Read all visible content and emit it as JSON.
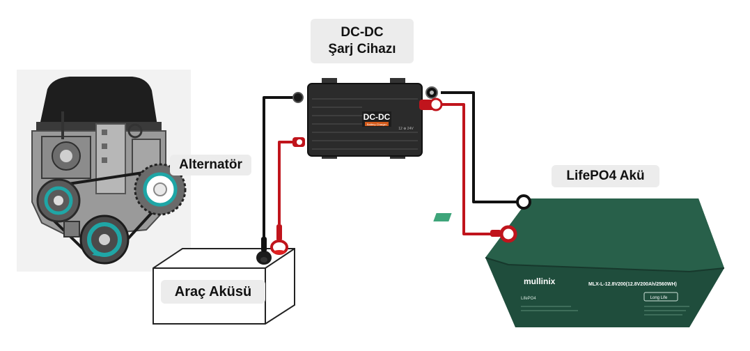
{
  "labels": {
    "dcdc_line1": "DC-DC",
    "dcdc_line2": "Şarj Cihazı",
    "alternator": "Alternatör",
    "lifepo4": "LifePO4 Akü",
    "vehicle_battery": "Araç Aküsü"
  },
  "charger": {
    "brand_text": "DC-DC",
    "sub_text": "Battery Charger",
    "small_text": "12 ⊕ 24V"
  },
  "lifepo4_battery": {
    "brand": "mullinix",
    "model": "MLX-L-12.8V200(12.8V200Ah/2560WH)",
    "chem": "LifePO4",
    "tagline": "Long Life"
  },
  "colors": {
    "wire_black": "#111111",
    "wire_red": "#c0141c",
    "battery_green": "#1f4d3c",
    "charger_body": "#2b2b2b",
    "accent_teal": "#1fa6a6"
  }
}
